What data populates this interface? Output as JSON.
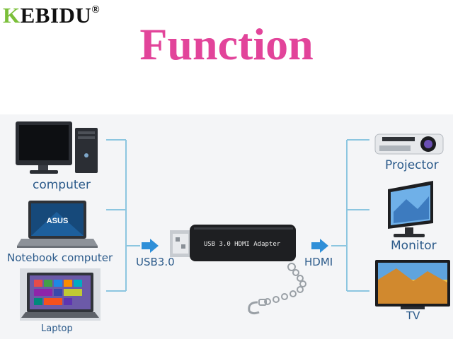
{
  "brand": {
    "first_letter": "K",
    "rest": "EBIDU",
    "mark": "®"
  },
  "title": "Function",
  "adapter_text": "USB 3.0 HDMI Adapter",
  "devices": {
    "sources": [
      "computer",
      "Notebook computer",
      "Laptop"
    ],
    "displays": [
      "Projector",
      "Monitor",
      "TV"
    ]
  },
  "ports": {
    "input": "USB3.0",
    "output": "HDMI"
  },
  "colors": {
    "title": "#e2449a",
    "brand_k": "#7bbf3a",
    "line": "#8cc6e0",
    "arrow": "#2f8fd8",
    "label": "#2b5a8a"
  }
}
